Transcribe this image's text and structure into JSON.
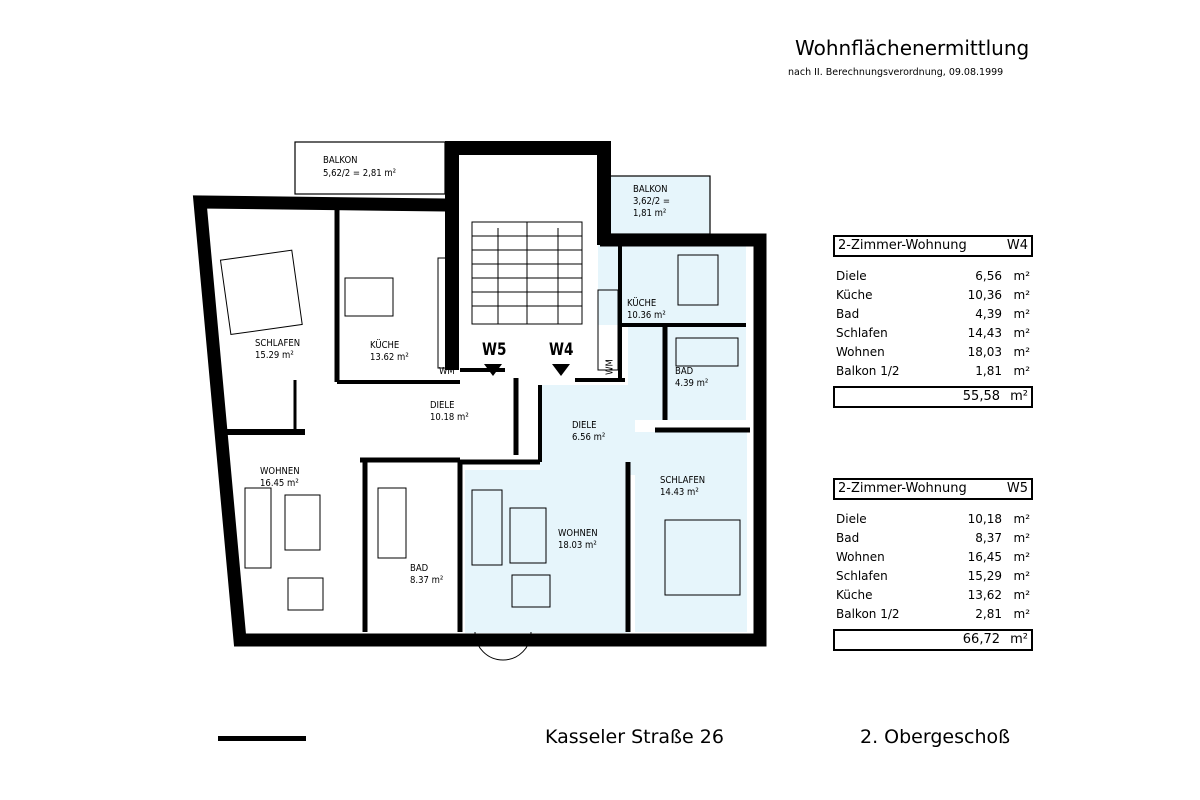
{
  "header": {
    "title": "Wohnflächenermittlung",
    "subtitle": "nach II. Berechnungsverordnung, 09.08.1999"
  },
  "plan": {
    "colors": {
      "wall": "#000000",
      "w4_fill": "#e6f5fb",
      "background": "#ffffff"
    },
    "balconies": [
      {
        "name": "BALKON",
        "calc": "5,62/2  =  2,81  m²"
      },
      {
        "name": "BALKON",
        "calc": "3,62/2  =",
        "calc2": "1,81  m²"
      }
    ],
    "unit_markers": [
      "W5",
      "W4"
    ],
    "appliance_label": "WM",
    "rooms": [
      {
        "name": "SCHLAFEN",
        "area": "15.29  m²"
      },
      {
        "name": "KÜCHE",
        "area": "13.62  m²"
      },
      {
        "name": "DIELE",
        "area": "10.18  m²"
      },
      {
        "name": "WOHNEN",
        "area": "16.45  m²"
      },
      {
        "name": "BAD",
        "area": "8.37  m²"
      },
      {
        "name": "KÜCHE",
        "area": "10.36  m²"
      },
      {
        "name": "BAD",
        "area": "4.39  m²"
      },
      {
        "name": "DIELE",
        "area": "6.56  m²"
      },
      {
        "name": "SCHLAFEN",
        "area": "14.43  m²"
      },
      {
        "name": "WOHNEN",
        "area": "18.03  m²"
      }
    ]
  },
  "tables": [
    {
      "title": "2-Zimmer-Wohnung",
      "unit": "W4",
      "rows": [
        {
          "name": "Diele",
          "value": "6,56",
          "unit": "m²"
        },
        {
          "name": "Küche",
          "value": "10,36",
          "unit": "m²"
        },
        {
          "name": "Bad",
          "value": "4,39",
          "unit": "m²"
        },
        {
          "name": "Schlafen",
          "value": "14,43",
          "unit": "m²"
        },
        {
          "name": "Wohnen",
          "value": "18,03",
          "unit": "m²"
        },
        {
          "name": "Balkon  1/2",
          "value": "1,81",
          "unit": "m²"
        }
      ],
      "total": "55,58",
      "total_unit": "m²"
    },
    {
      "title": "2-Zimmer-Wohnung",
      "unit": "W5",
      "rows": [
        {
          "name": "Diele",
          "value": "10,18",
          "unit": "m²"
        },
        {
          "name": "Bad",
          "value": "8,37",
          "unit": "m²"
        },
        {
          "name": "Wohnen",
          "value": "16,45",
          "unit": "m²"
        },
        {
          "name": "Schlafen",
          "value": "15,29",
          "unit": "m²"
        },
        {
          "name": "Küche",
          "value": "13,62",
          "unit": "m²"
        },
        {
          "name": "Balkon  1/2",
          "value": "2,81",
          "unit": "m²"
        }
      ],
      "total": "66,72",
      "total_unit": "m²"
    }
  ],
  "footer": {
    "address": "Kasseler Straße 26",
    "floor": "2. Obergeschoß"
  }
}
